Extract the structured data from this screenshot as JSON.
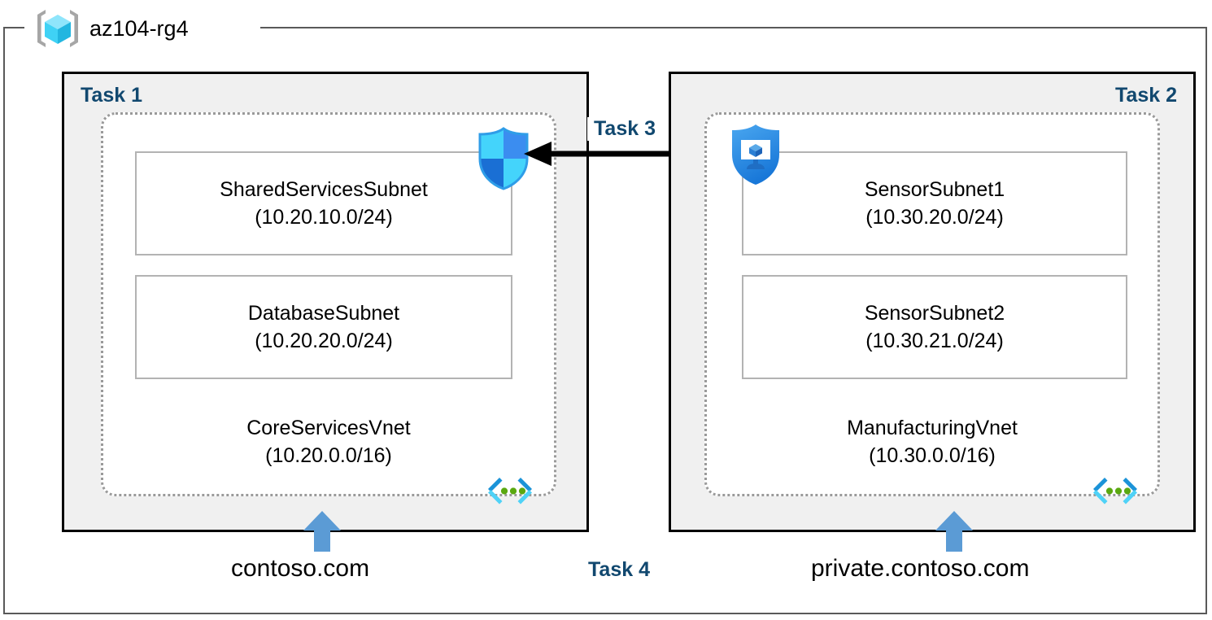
{
  "resource_group": {
    "name": "az104-rg4",
    "icon": "resource-group-cube-icon"
  },
  "colors": {
    "task_label": "#11486f",
    "task_box_fill": "#f0f0f0",
    "task_box_border": "#000000",
    "vnet_border": "#9a9a9a",
    "subnet_border": "#b3b3b3",
    "frame_border": "#595959",
    "dns_arrow": "#5b9bd5",
    "peering_arrow": "#000000",
    "vnet_icon_cyan": "#32c5f4",
    "vnet_icon_blue": "#1b93d8",
    "vnet_icon_green": "#5aa80f",
    "shield_light": "#44d4fb",
    "shield_mid": "#3b8df0",
    "shield_dark": "#1a6fd4",
    "cube_top": "#8fe5fb",
    "cube_left": "#3fd2f5",
    "cube_right": "#22b6e0",
    "bracket_gray": "#a6a6a6"
  },
  "tasks": {
    "task1": {
      "label": "Task 1",
      "align": "left"
    },
    "task2": {
      "label": "Task 2",
      "align": "right"
    },
    "task3": {
      "label": "Task 3"
    },
    "task4": {
      "label": "Task 4"
    }
  },
  "vnets": [
    {
      "id": "core-services-vnet",
      "name": "CoreServicesVnet",
      "cidr": "(10.20.0.0/16)",
      "icon": "vnet-icon",
      "subnets": [
        {
          "id": "shared-services-subnet",
          "name": "SharedServicesSubnet",
          "cidr": "(10.20.10.0/24)"
        },
        {
          "id": "database-subnet",
          "name": "DatabaseSubnet",
          "cidr": "(10.20.20.0/24)"
        }
      ]
    },
    {
      "id": "manufacturing-vnet",
      "name": "ManufacturingVnet",
      "cidr": "(10.30.0.0/16)",
      "icon": "vnet-icon",
      "subnets": [
        {
          "id": "sensor-subnet-1",
          "name": "SensorSubnet1",
          "cidr": "(10.30.20.0/24)"
        },
        {
          "id": "sensor-subnet-2",
          "name": "SensorSubnet2",
          "cidr": "(10.30.21.0/24)"
        }
      ]
    }
  ],
  "icons": {
    "nsg_shield": "network-security-group-shield-icon",
    "network_watcher": "network-watcher-shield-monitor-icon",
    "peering_arrow": "peering-arrow-left-icon",
    "dns_arrow": "dns-link-arrow-up-icon"
  },
  "dns_zones": [
    {
      "id": "public-dns-zone",
      "name": "contoso.com"
    },
    {
      "id": "private-dns-zone",
      "name": "private.contoso.com"
    }
  ]
}
